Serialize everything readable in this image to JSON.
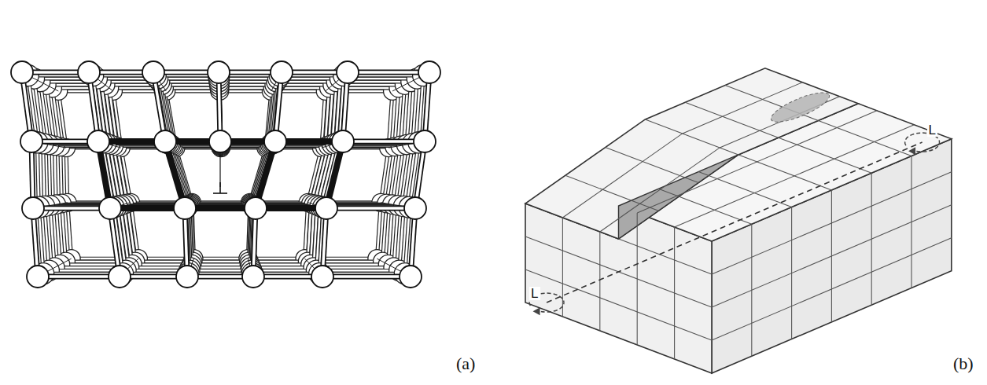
{
  "diagram": {
    "labels": [
      "(a)",
      "(b)",
      "L",
      "L"
    ]
  }
}
